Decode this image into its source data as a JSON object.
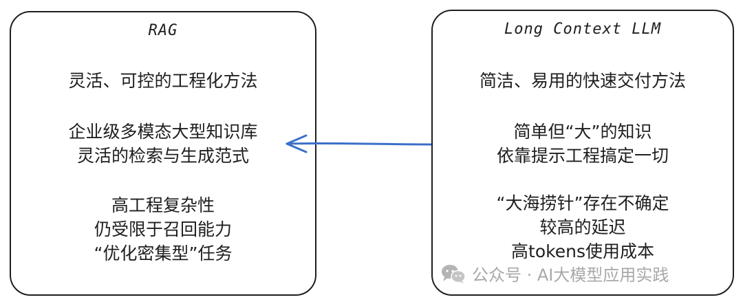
{
  "left_box": {
    "title": "RAG",
    "groups": [
      [
        "灵活、可控的工程化方法"
      ],
      [
        "企业级多模态大型知识库",
        "灵活的检索与生成范式"
      ],
      [
        "高工程复杂性",
        "仍受限于召回能力",
        "“优化密集型”任务"
      ]
    ]
  },
  "right_box": {
    "title": "Long Context LLM",
    "groups": [
      [
        "简洁、易用的快速交付方法"
      ],
      [
        "简单但“大”的知识",
        "依靠提示工程搞定一切"
      ],
      [
        "“大海捞针”存在不确定",
        "较高的延迟",
        "高tokens使用成本"
      ]
    ]
  },
  "watermark": {
    "text": "公众号 · AI大模型应用实践",
    "icon": "wechat-icon"
  },
  "colors": {
    "stroke": "#1e1e1e",
    "arrow": "#3a6fc9",
    "watermark": "#a8a8a8"
  }
}
